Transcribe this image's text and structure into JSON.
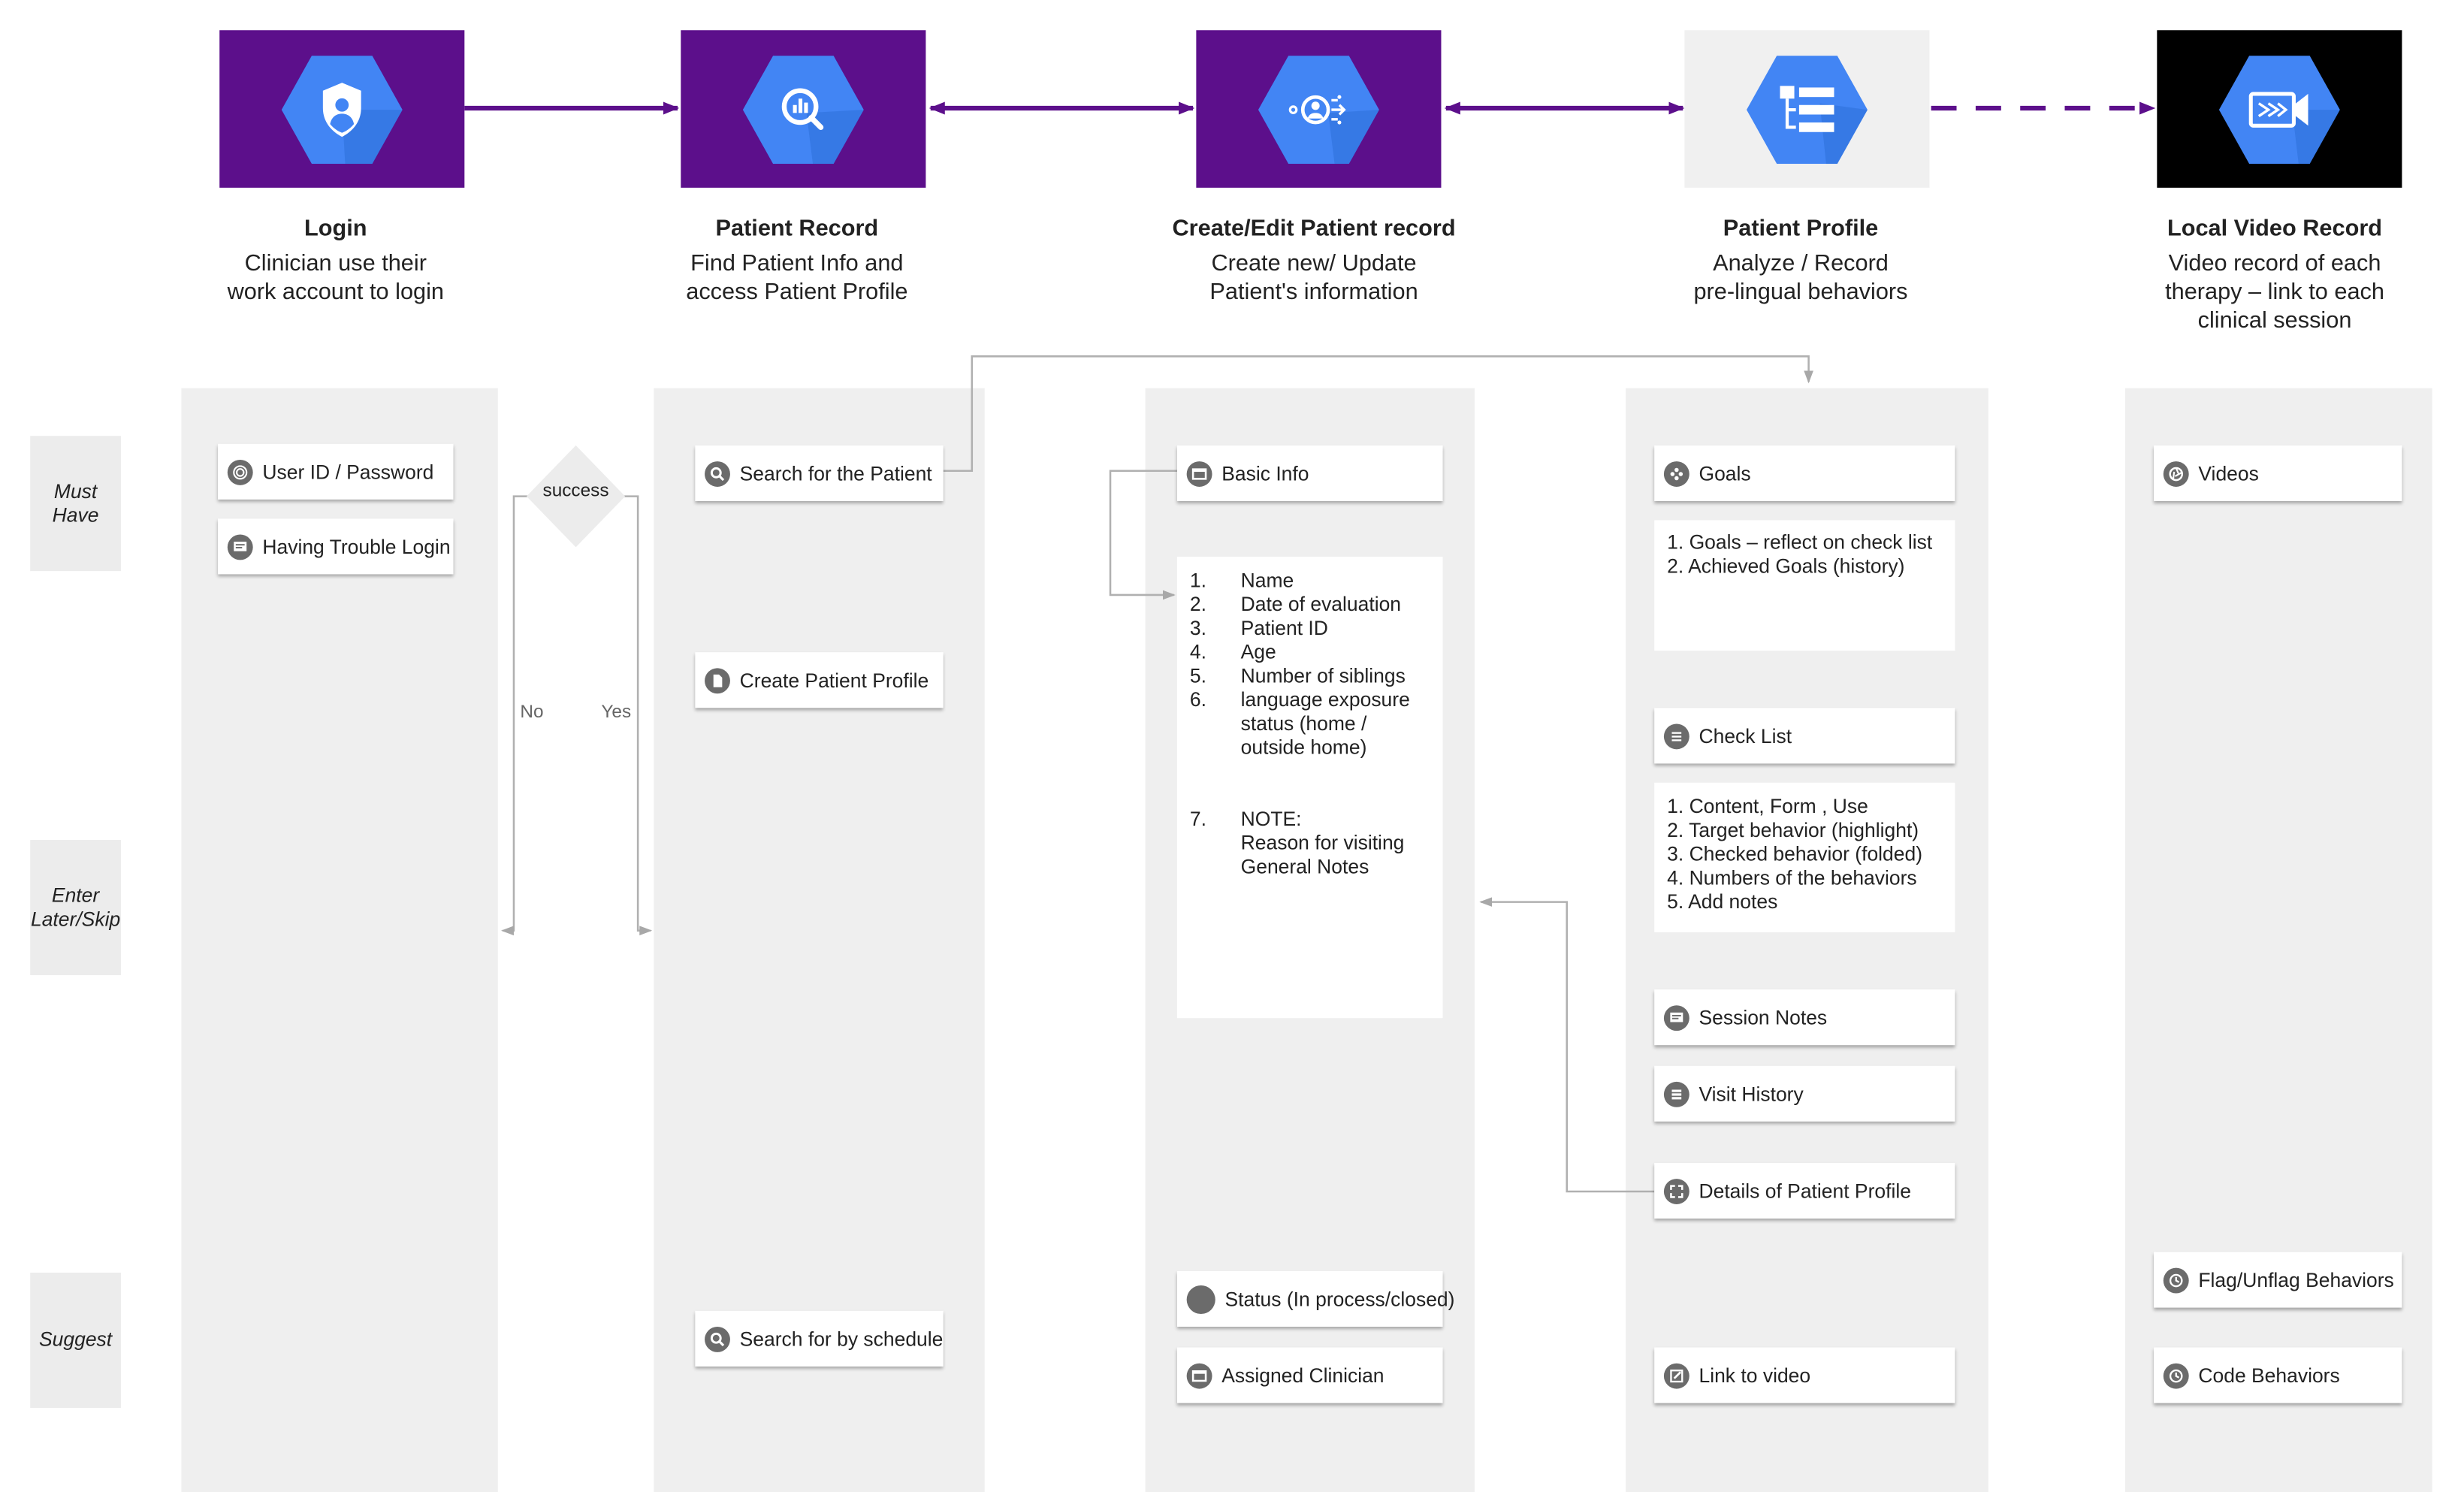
{
  "row_labels": [
    "Must\nHave",
    "Enter\nLater/Skip",
    "Suggest"
  ],
  "steps": [
    {
      "title": "Login",
      "subtitle": "Clinician use their\nwork account to login",
      "icon": "shield-user-icon",
      "bg": "#5c0f8b"
    },
    {
      "title": "Patient Record",
      "subtitle": "Find Patient Info and\naccess Patient Profile",
      "icon": "analytics-search-icon",
      "bg": "#5c0f8b"
    },
    {
      "title": "Create/Edit Patient record",
      "subtitle": "Create new/ Update\nPatient's information",
      "icon": "user-edit-icon",
      "bg": "#5c0f8b"
    },
    {
      "title": "Patient Profile",
      "subtitle": "Analyze / Record\npre-lingual behaviors",
      "icon": "list-tree-icon",
      "bg": "#f0f0f0"
    },
    {
      "title": "Local Video Record",
      "subtitle": "Video record of  each\ntherapy – link to each\nclinical session",
      "icon": "video-record-icon",
      "bg": "#000000"
    }
  ],
  "login": {
    "user_id": "User ID / Password",
    "trouble": "Having Trouble Login"
  },
  "decision": {
    "label": "success",
    "no": "No",
    "yes": "Yes"
  },
  "patient_record": {
    "search": "Search for the Patient",
    "create": "Create Patient Profile",
    "schedule": "Search for by schedule"
  },
  "edit_record": {
    "basic_info": "Basic Info",
    "fields": [
      {
        "n": "1.",
        "t": "Name"
      },
      {
        "n": "2.",
        "t": "Date of evaluation"
      },
      {
        "n": "3.",
        "t": "Patient ID"
      },
      {
        "n": "4.",
        "t": "Age"
      },
      {
        "n": "5.",
        "t": "Number of siblings"
      },
      {
        "n": "6.",
        "t": "language exposure status (home / outside home)"
      },
      {
        "n": "7.",
        "t": "NOTE:\nReason for visiting\nGeneral Notes"
      }
    ],
    "status": "Status (In process/closed)",
    "clinician": "Assigned Clinician"
  },
  "profile": {
    "goals": "Goals",
    "goals_items": [
      "1. Goals – reflect on check list",
      "2. Achieved Goals (history)"
    ],
    "checklist": "Check List",
    "checklist_items": [
      "1. Content, Form , Use",
      "2. Target behavior (highlight)",
      "3. Checked behavior (folded)",
      "4. Numbers of the behaviors",
      "5. Add notes"
    ],
    "session_notes": "Session Notes",
    "visit_history": "Visit History",
    "details": "Details of Patient Profile",
    "link_video": "Link to video"
  },
  "video": {
    "videos": "Videos",
    "flag": "Flag/Unflag Behaviors",
    "code": "Code Behaviors"
  },
  "colors": {
    "purple": "#5c0f8b",
    "hex_blue": "#4285f4",
    "hex_blue_dark": "#2e6fd8",
    "arrow": "#5c0f8b",
    "gray_line": "#b0b0b0"
  }
}
